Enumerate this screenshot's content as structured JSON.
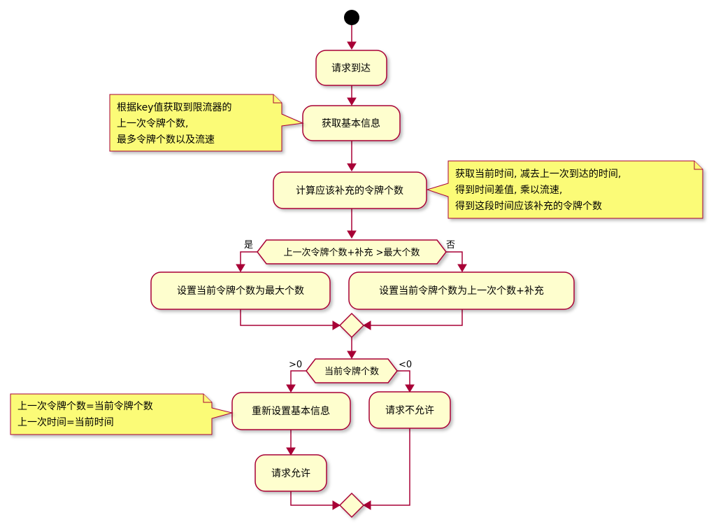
{
  "activities": {
    "request_arrive": "请求到达",
    "get_basic_info": "获取基本信息",
    "compute_refill": "计算应该补充的令牌个数",
    "set_max": "设置当前令牌个数为最大个数",
    "set_sum": "设置当前令牌个数为上一次个数+补充",
    "reset_info": "重新设置基本信息",
    "allow": "请求允许",
    "deny": "请求不允许"
  },
  "decisions": {
    "compare": "上一次令牌个数+补充 >最大个数",
    "current_tokens": "当前令牌个数"
  },
  "branch_labels": {
    "yes": "是",
    "no": "否",
    "gt_zero": ">0",
    "lt_zero": "<0"
  },
  "notes": {
    "note1": [
      "根据key值获取到限流器的",
      "上一次令牌个数,",
      "最多令牌个数以及流速"
    ],
    "note2": [
      "获取当前时间, 减去上一次到达的时间,",
      "得到时间差值, 乘以流速,",
      "得到这段时间应该补充的令牌个数"
    ],
    "note3": [
      "上一次令牌个数=当前令牌个数",
      "上一次时间=当前时间"
    ]
  },
  "colors": {
    "border": "#a80036",
    "activity_fill": "#fefece",
    "note_fill": "#fbfb77",
    "start": "#000000"
  }
}
